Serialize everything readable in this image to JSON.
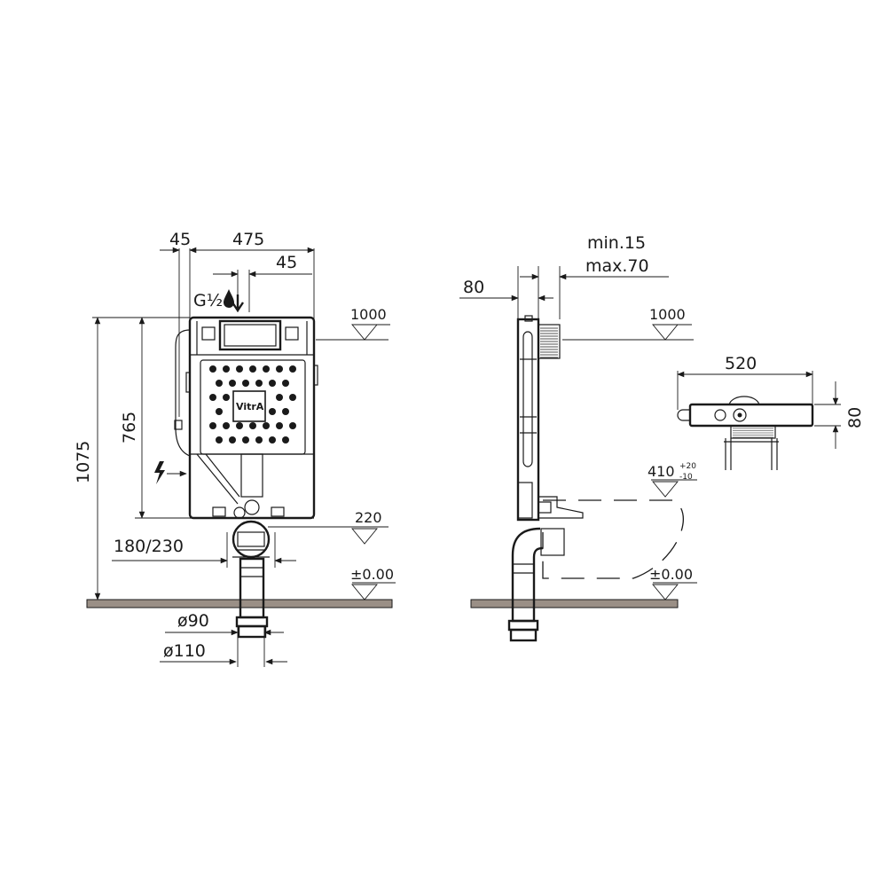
{
  "front_view": {
    "dim_width_left": "45",
    "dim_width_total": "475",
    "dim_width_right": "45",
    "water_inlet": "G½",
    "dim_total_height": "1075",
    "dim_frame_height": "765",
    "dim_outlet_offset": "180/230",
    "level_top": "1000",
    "level_outlet": "220",
    "level_floor": "±0.00",
    "pipe_d90": "ø90",
    "pipe_d110": "ø110",
    "brand_logo": "VitrA"
  },
  "side_view": {
    "dim_depth": "80",
    "dim_min": "min.15",
    "dim_max": "max.70",
    "level_top": "1000",
    "level_bowl": "410",
    "level_bowl_tol_plus": "+20",
    "level_bowl_tol_minus": "-10",
    "level_floor": "±0.00"
  },
  "top_view": {
    "dim_width": "520",
    "dim_depth": "80"
  },
  "colors": {
    "line": "#1a1a1a",
    "floor_fill": "#9a8f86",
    "background": "#ffffff"
  },
  "icons": [
    "water-drop-icon",
    "electrical-bolt-icon",
    "level-marker-icon"
  ]
}
